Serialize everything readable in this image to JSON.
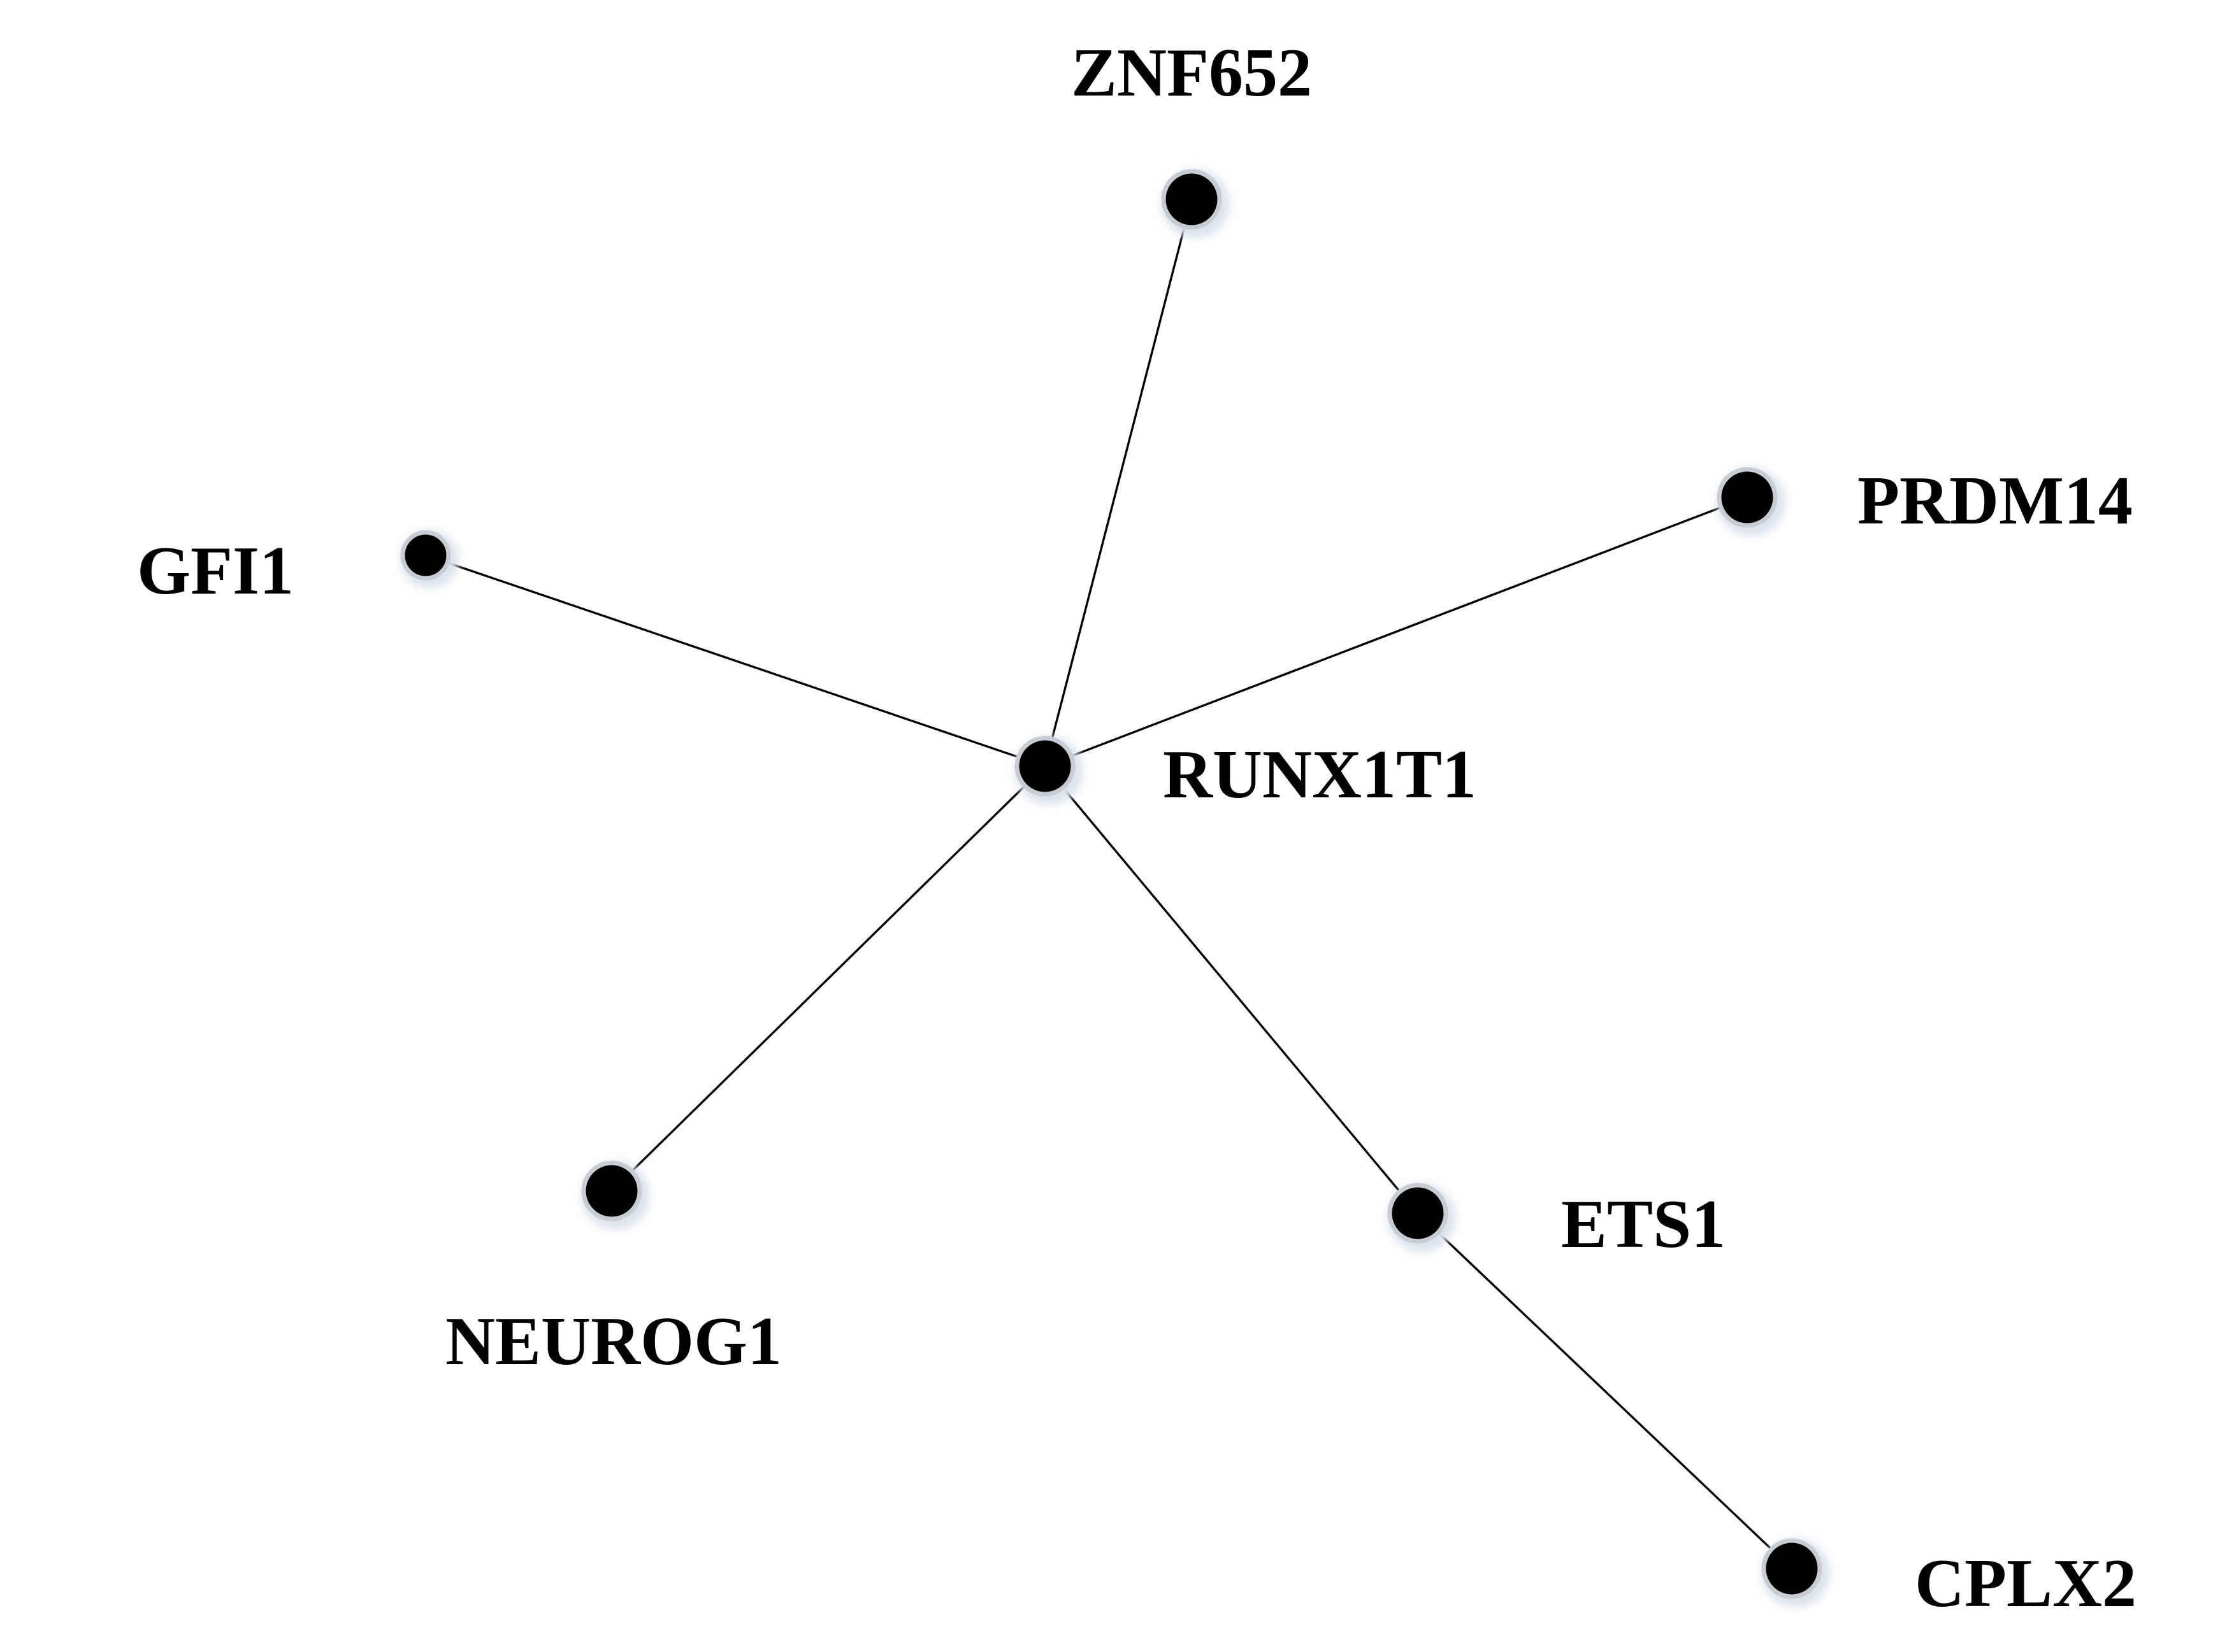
{
  "diagram": {
    "type": "network",
    "center": "RUNX1T1",
    "nodes": [
      {
        "id": "RUNX1T1",
        "label": "RUNX1T1"
      },
      {
        "id": "ZNF652",
        "label": "ZNF652"
      },
      {
        "id": "PRDM14",
        "label": "PRDM14"
      },
      {
        "id": "GFI1",
        "label": "GFI1"
      },
      {
        "id": "NEUROG1",
        "label": "NEUROG1"
      },
      {
        "id": "ETS1",
        "label": "ETS1"
      },
      {
        "id": "CPLX2",
        "label": "CPLX2"
      }
    ],
    "edges": [
      {
        "source": "RUNX1T1",
        "target": "ZNF652"
      },
      {
        "source": "RUNX1T1",
        "target": "PRDM14"
      },
      {
        "source": "RUNX1T1",
        "target": "GFI1"
      },
      {
        "source": "RUNX1T1",
        "target": "NEUROG1"
      },
      {
        "source": "RUNX1T1",
        "target": "ETS1"
      },
      {
        "source": "ETS1",
        "target": "CPLX2"
      }
    ],
    "colors": {
      "node": "#000000",
      "edge": "#000000",
      "halo": "#dde3ec",
      "background": "#ffffff"
    }
  }
}
